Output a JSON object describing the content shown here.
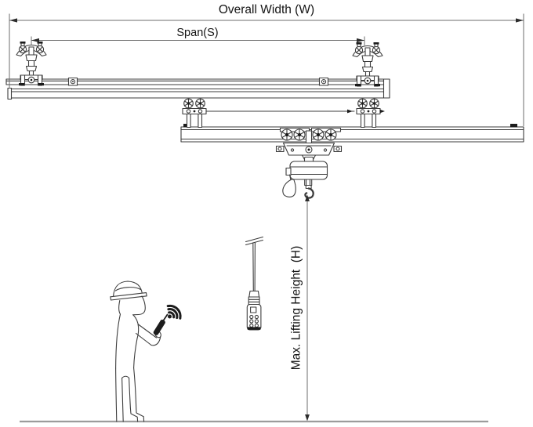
{
  "labels": {
    "overall_width": "Overall Width (W)",
    "span": "Span(S)",
    "max_lifting_height": "Max. Lifting Height  (H)"
  },
  "colors": {
    "bg": "#ffffff",
    "line": "#3d3d3d",
    "dark": "#1c1c1c",
    "dim": "#6e6e6e",
    "text": "#141414",
    "floor": "#9c9c9c"
  }
}
